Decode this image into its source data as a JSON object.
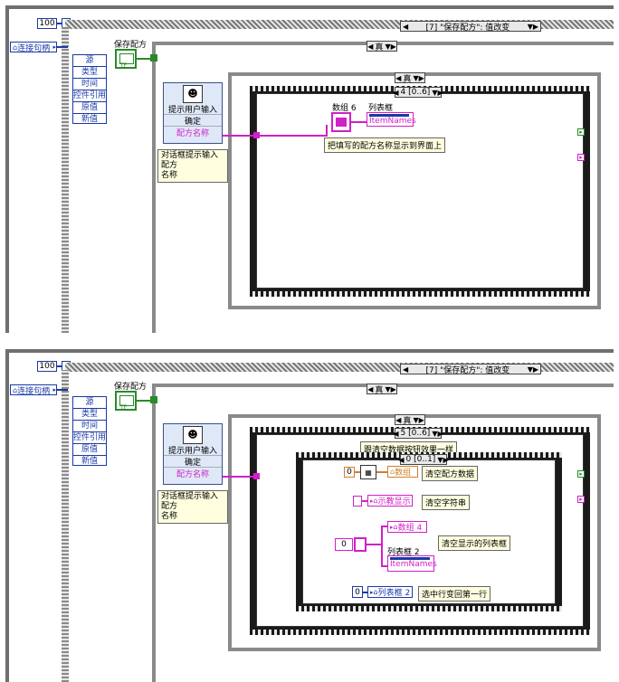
{
  "panel1": {
    "constant_100": "100",
    "event_case_label": "[7] \"保存配方\": 值改变",
    "conn_handle": "连接句柄",
    "event_data": [
      "源",
      "类型",
      "时间",
      "控件引用",
      "原值",
      "新值"
    ],
    "save_recipe_label": "保存配方",
    "outer_case": "真",
    "inner_case": "真",
    "sequence_label": "4 [0..6]",
    "dialog": {
      "title": "提示用户输入",
      "rows": [
        "确定",
        "配方名称"
      ]
    },
    "dialog_note_line1": "对话框提示输入配方",
    "dialog_note_line2": "名称",
    "array_label": "数组 6",
    "listbox_label": "列表框",
    "itemnames": "ItemNames",
    "note_show_name": "把填写的配方名称显示到界面上"
  },
  "panel2": {
    "constant_100": "100",
    "event_case_label": "[7] \"保存配方\": 值改变",
    "conn_handle": "连接句柄",
    "event_data": [
      "源",
      "类型",
      "时间",
      "控件引用",
      "原值",
      "新值"
    ],
    "save_recipe_label": "保存配方",
    "outer_case": "真",
    "inner_case": "真",
    "sequence_label": "5 [0..6]",
    "seq_note": "跟清空数据按钮效果一样",
    "inner_seq_label": "0 [0..1]",
    "dialog": {
      "title": "提示用户输入",
      "rows": [
        "确定",
        "配方名称"
      ]
    },
    "dialog_note_line1": "对话框提示输入配方",
    "dialog_note_line2": "名称",
    "zero_const_a": "0",
    "ref_recipe_data": "数组",
    "note_clear_recipe": "清空配方数据",
    "ref_show": "示教显示",
    "note_clear_string": "清空字符串",
    "zero_const_b": "0",
    "ref_array4": "数组 4",
    "listbox2_label": "列表框 2",
    "itemnames": "ItemNames",
    "note_clear_list": "清空显示的列表框",
    "zero_const_c": "0",
    "ref_listbox2": "列表框 2",
    "note_select_row": "选中行变回第一行"
  }
}
